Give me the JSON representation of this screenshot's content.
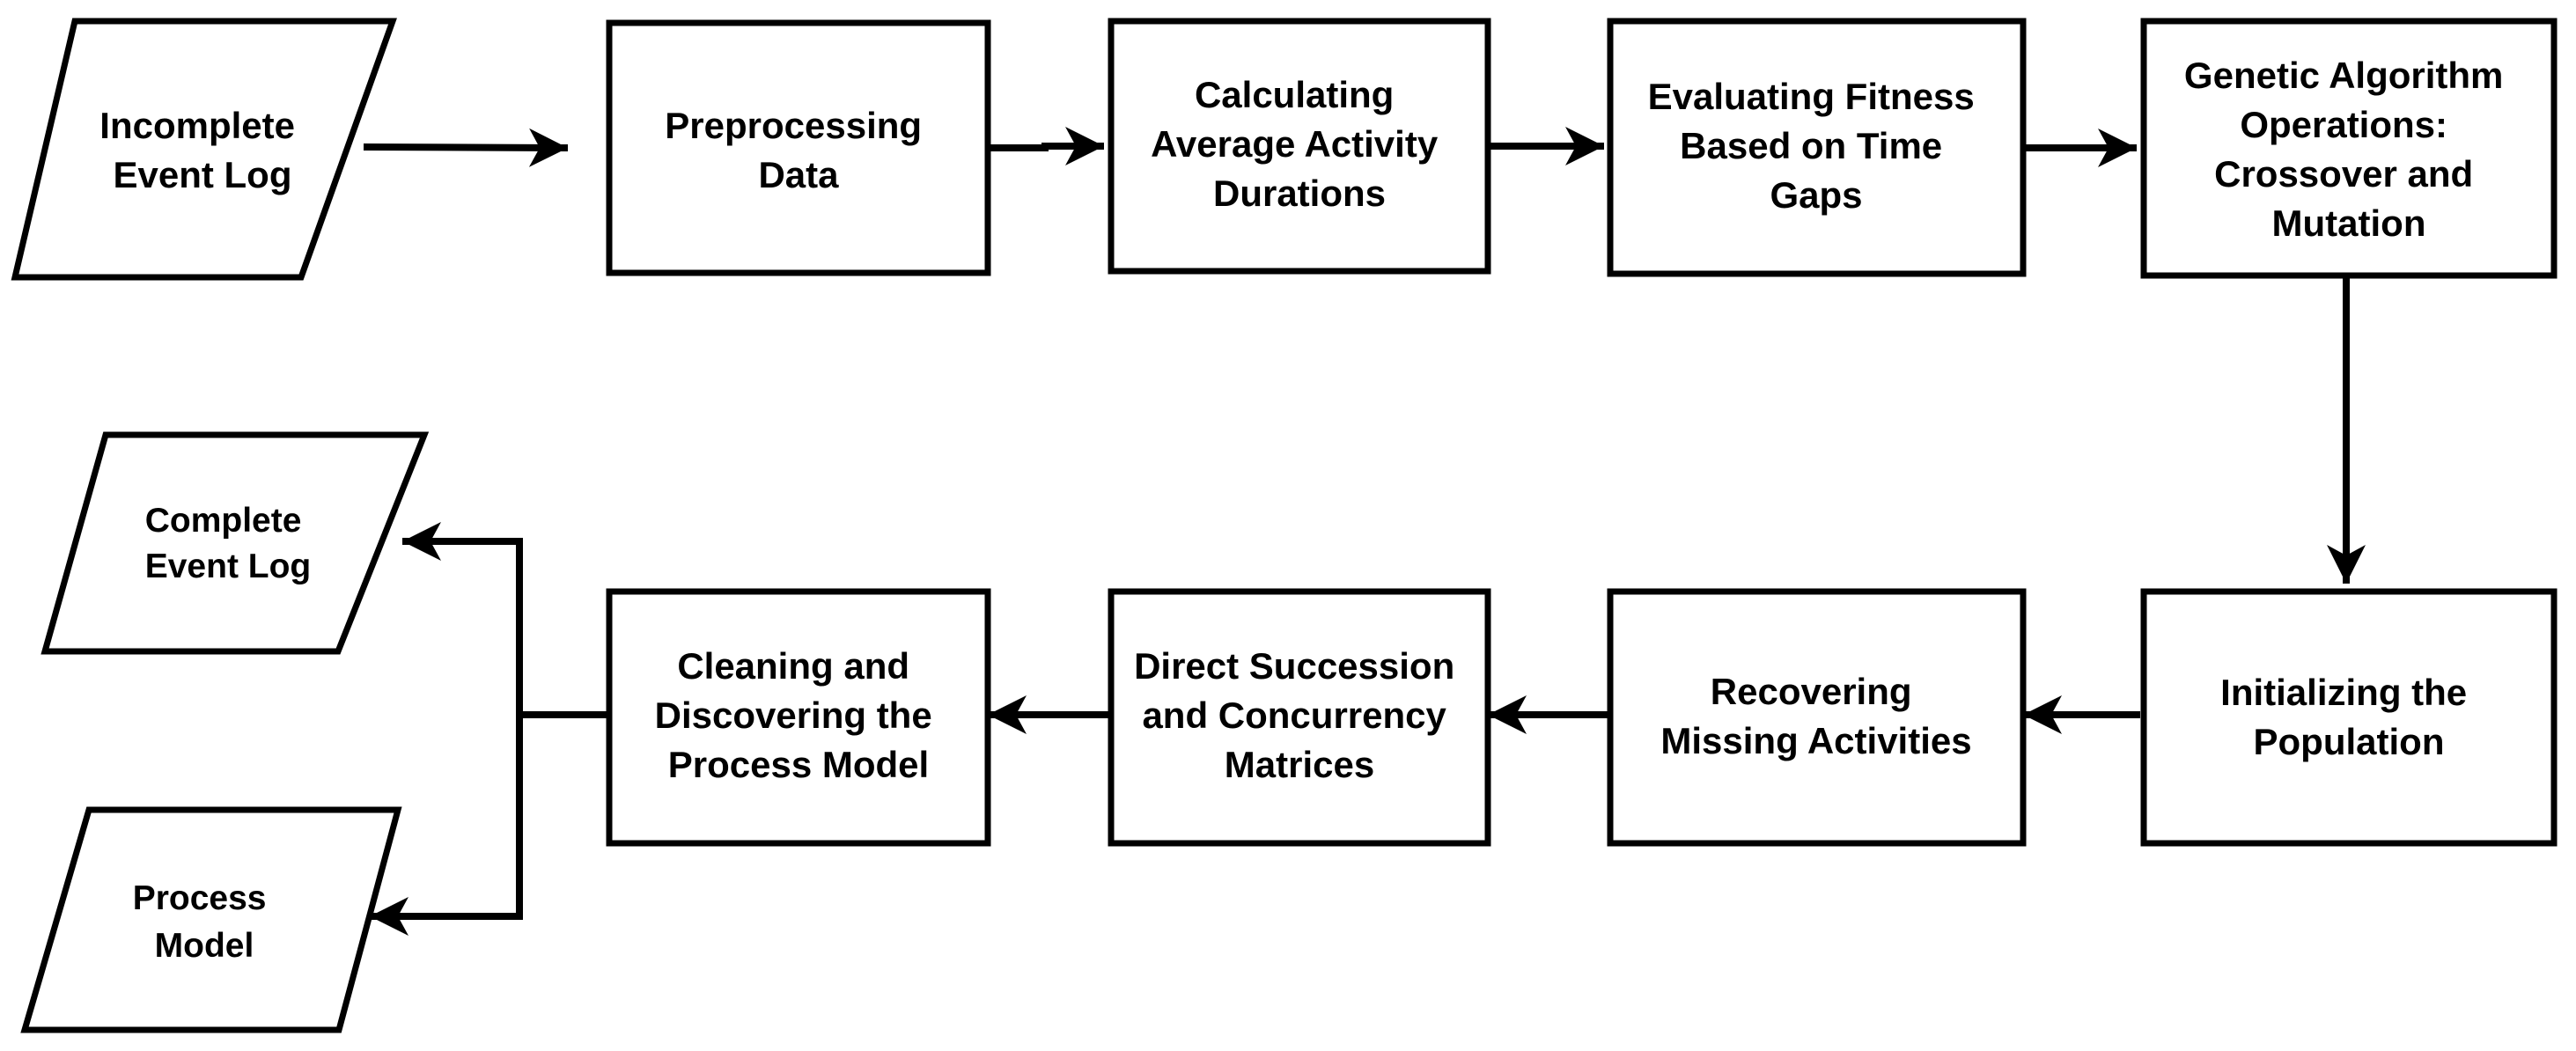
{
  "diagram": {
    "nodes": {
      "incomplete_log": {
        "lines": [
          "Incomplete",
          "Event Log"
        ]
      },
      "preprocessing": {
        "lines": [
          "Preprocessing",
          "Data"
        ]
      },
      "avg_durations": {
        "lines": [
          "Calculating",
          "Average Activity",
          "Durations"
        ]
      },
      "fitness": {
        "lines": [
          "Evaluating Fitness",
          "Based on Time",
          "Gaps"
        ]
      },
      "ga_operations": {
        "lines": [
          "Genetic Algorithm",
          "Operations:",
          "Crossover and",
          "Mutation"
        ]
      },
      "init_population": {
        "lines": [
          "Initializing the",
          "Population"
        ]
      },
      "recovering": {
        "lines": [
          "Recovering",
          "Missing Activities"
        ]
      },
      "matrices": {
        "lines": [
          "Direct Succession",
          "and Concurrency",
          "Matrices"
        ]
      },
      "cleaning": {
        "lines": [
          "Cleaning and",
          "Discovering the",
          "Process Model"
        ]
      },
      "complete_log": {
        "lines": [
          "Complete",
          "Event Log"
        ]
      },
      "process_model": {
        "lines": [
          "Process",
          "Model"
        ]
      }
    },
    "colors": {
      "stroke": "#000000",
      "fill": "#ffffff",
      "text": "#000000"
    }
  }
}
